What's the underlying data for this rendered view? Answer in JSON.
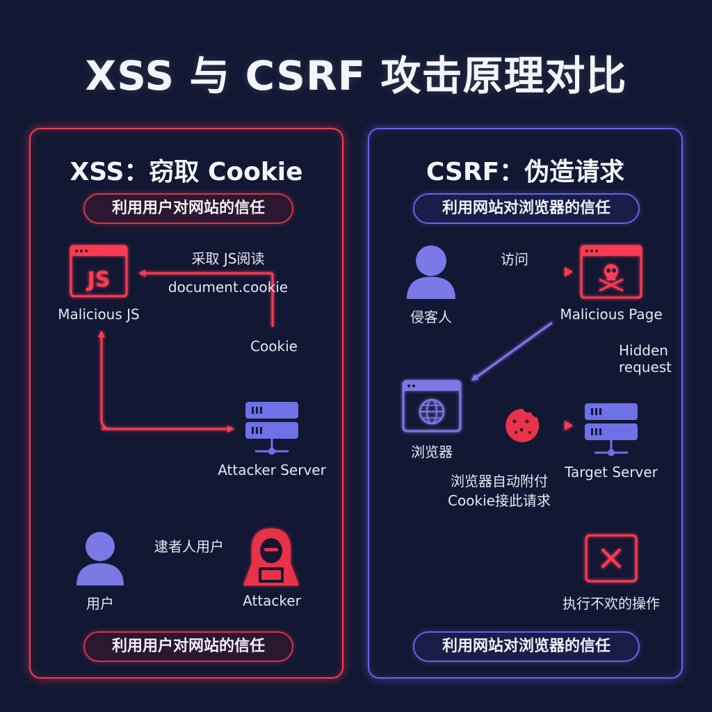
{
  "title": "XSS 与 CSRF 攻击原理对比",
  "xss": {
    "title": "XSS：窃取 Cookie",
    "pill_top": "利用用户对网站的信任",
    "pill_bottom": "利用用户对网站的信任",
    "js_icon_text": "JS",
    "malicious_js": "Malicious JS",
    "arrow_read_1": "采取 JS阅读",
    "arrow_read_2": "document.cookie",
    "cookie_label": "Cookie",
    "attacker_server": "Attacker Server",
    "arrow_user": "逮者人用户",
    "user": "用户",
    "attacker": "Attacker"
  },
  "csrf": {
    "title": "CSRF：伪造请求",
    "pill_top": "利用网站对浏览器的信任",
    "pill_bottom": "利用网站对浏览器的信任",
    "hacker": "侵客人",
    "visit": "访问",
    "malicious_page": "Malicious Page",
    "hidden_1": "Hidden",
    "hidden_2": "request",
    "browser": "浏览器",
    "target_server": "Target Server",
    "auto_cookie_1": "浏览器自动附付",
    "auto_cookie_2": "Cookie接此请求",
    "result": "执行不欢的操作"
  },
  "colors": {
    "red": "#ff3b52",
    "blue": "#6a63e8",
    "server": "#6f72e6",
    "bg": "#121833"
  }
}
